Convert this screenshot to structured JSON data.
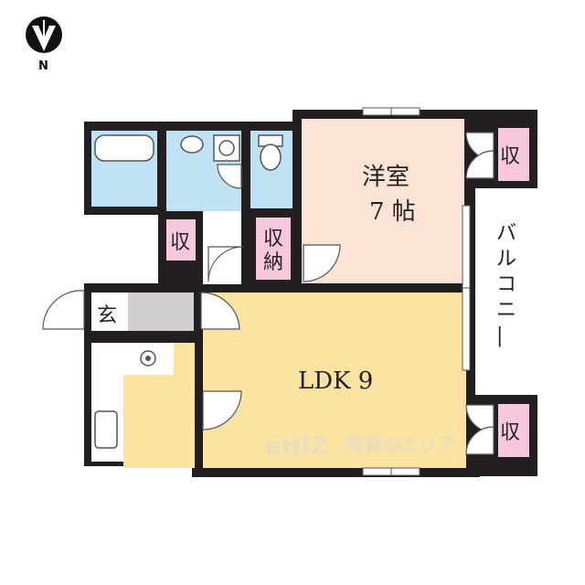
{
  "compass": {
    "label": "N"
  },
  "rooms": {
    "western_room": {
      "name": "洋室",
      "size": "7 帖"
    },
    "ldk": {
      "label": "LDK 9"
    },
    "genkan": {
      "label": "玄"
    },
    "balcony": {
      "label": "バルコニー"
    }
  },
  "storage": {
    "closet_bedroom": "収",
    "closet_hall": "収",
    "shunou": "収納",
    "closet_ldk": "収"
  },
  "watermark": {
    "logo": "eHIZ",
    "text": "賃貸のエリア"
  },
  "colors": {
    "wall": "#231f20",
    "western_room": "#fbe3d6",
    "ldk": "#fbe4a2",
    "kitchen": "#fbe4a2",
    "wet_area": "#bfe3f5",
    "storage": "#f7c8dd",
    "genkan": "#cfcfcf",
    "balcony": "#ffffff"
  }
}
